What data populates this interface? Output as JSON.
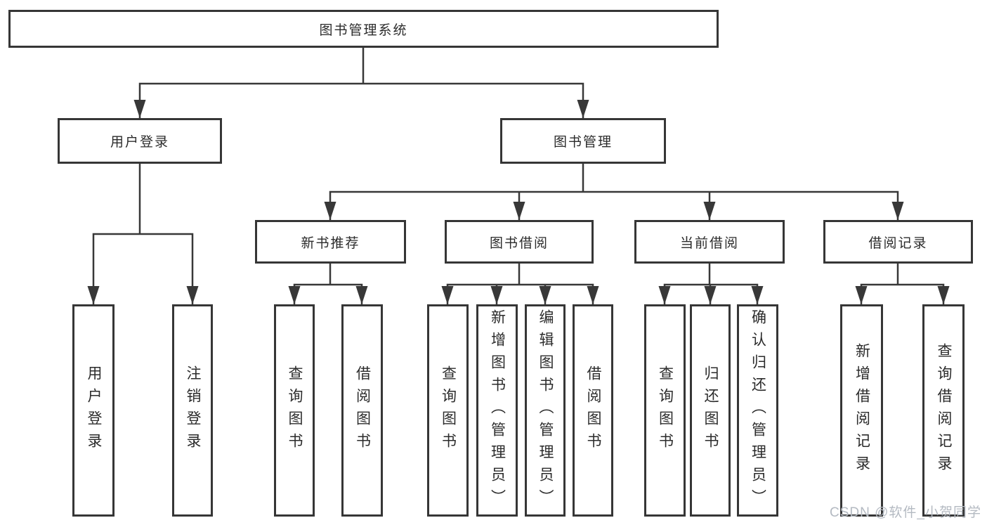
{
  "colors": {
    "background": "#ffffff",
    "box_border": "#363636",
    "connector_line": "#383838",
    "text": "#2b2b2b",
    "watermark": "#b4bac2"
  },
  "watermark": {
    "text": "CSDN @软件_小贺同学"
  },
  "diagram": {
    "root": {
      "label": "图书管理系统"
    },
    "user_branch": {
      "label": "用户登录",
      "children": [
        "用户登录",
        "注销登录"
      ]
    },
    "book_branch": {
      "label": "图书管理",
      "sections": [
        {
          "label": "新书推荐",
          "children": [
            "查询图书",
            "借阅图书"
          ]
        },
        {
          "label": "图书借阅",
          "children": [
            "查询图书",
            "新增图书（管理员）",
            "编辑图书（管理员）",
            "借阅图书"
          ]
        },
        {
          "label": "当前借阅",
          "children": [
            "查询图书",
            "归还图书",
            "确认归还（管理员）"
          ]
        },
        {
          "label": "借阅记录",
          "children": [
            "新增借阅记录",
            "查询借阅记录"
          ]
        }
      ]
    }
  }
}
